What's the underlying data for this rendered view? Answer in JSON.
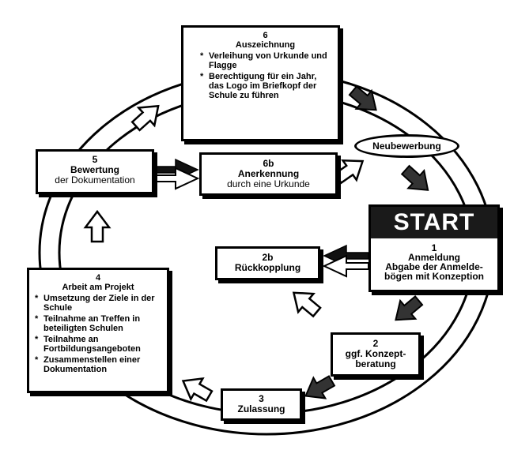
{
  "box6": {
    "number": "6",
    "title": "Auszeichnung",
    "bullets": [
      "Verleihung von Urkunde und Flagge",
      "Berechtigung für ein Jahr, das Logo im Briefkopf der Schule zu führen"
    ]
  },
  "box5": {
    "number": "5",
    "title": "Bewertung",
    "subtitle": "der Dokumentation"
  },
  "box6b": {
    "number": "6b",
    "title": "Anerkennung",
    "subtitle": "durch eine Urkunde"
  },
  "neubewerbung": "Neubewerbung",
  "start": {
    "label": "START",
    "number": "1",
    "title": "Anmeldung",
    "subtitle": "Abgabe der Anmelde-bögen mit Konzeption"
  },
  "box2b": {
    "number": "2b",
    "title": "Rückkopplung"
  },
  "box4": {
    "number": "4",
    "title": "Arbeit am Projekt",
    "bullets": [
      "Umsetzung der Ziele in der Schule",
      "Teilnahme an Treffen in beteiligten Schulen",
      "Teilnahme an Fortbildungsangeboten",
      "Zusammenstellen einer Dokumentation"
    ]
  },
  "box2": {
    "number": "2",
    "title": "ggf. Konzept-beratung"
  },
  "box3": {
    "number": "3",
    "title": "Zulassung"
  },
  "colors": {
    "stroke": "#000000",
    "fill": "#ffffff",
    "start_band": "#1a1a1a",
    "arrow_dark": "#111111"
  }
}
